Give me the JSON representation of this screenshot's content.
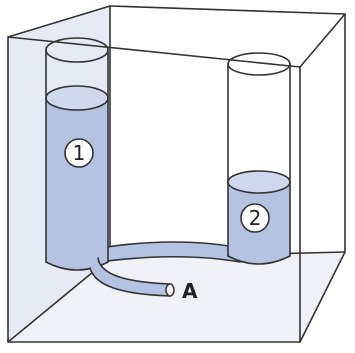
{
  "labels": {
    "cylinder_1": "1",
    "cylinder_2": "2",
    "tube_outlet": "A"
  },
  "colors": {
    "water": "#b4c3e2",
    "glass_tint": "#e6eaf4",
    "ink": "#333333"
  }
}
